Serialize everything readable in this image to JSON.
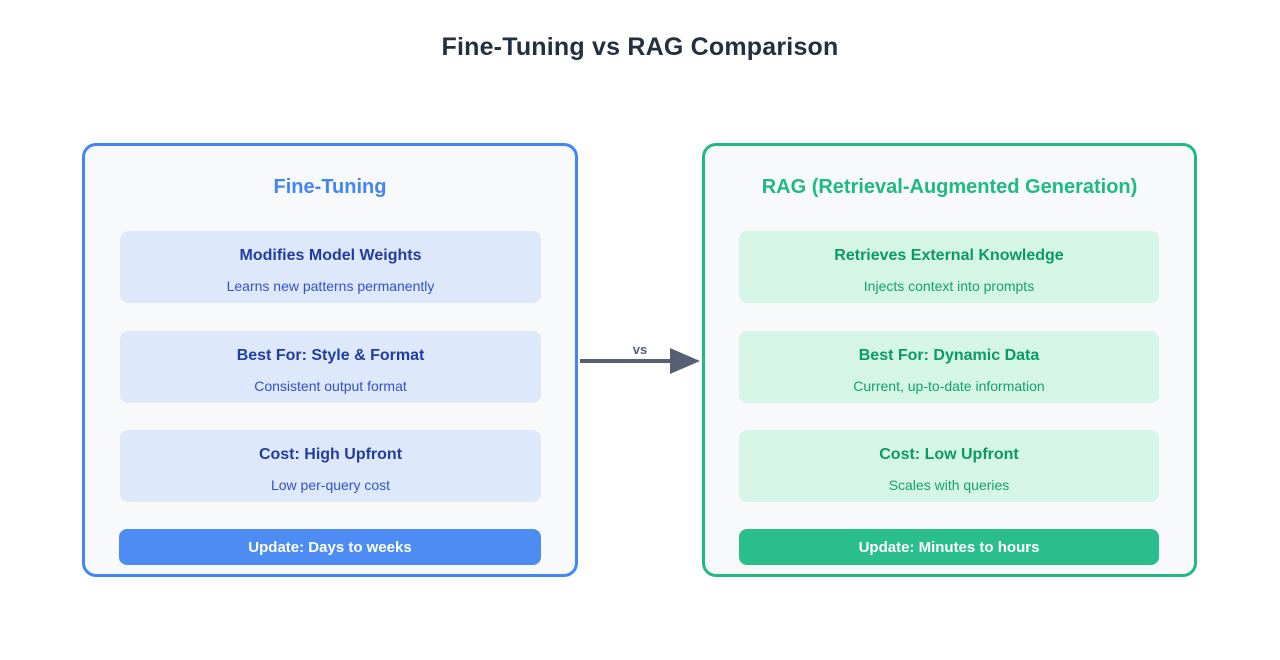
{
  "title": "Fine-Tuning vs RAG Comparison",
  "connector": {
    "label": "vs"
  },
  "colors": {
    "title_text": "#22303f",
    "panel_bg": "#f8f9fb",
    "arrow": "#556070",
    "ft_accent": "#4285f4",
    "ft_card_bg": "#dde9fb",
    "ft_card_title": "#213da1",
    "ft_card_text": "#3150c9",
    "ft_button_bg": "#4c8cf3",
    "rag_accent": "#1eba81",
    "rag_card_bg": "#d5f6e6",
    "rag_card_title": "#099b63",
    "rag_card_text": "#12a26b",
    "rag_button_bg": "#29be8b",
    "button_text": "#ffffff"
  },
  "panels": [
    {
      "title": "Fine-Tuning",
      "cards": [
        {
          "heading": "Modifies Model Weights",
          "detail": "Learns new patterns permanently"
        },
        {
          "heading": "Best For: Style & Format",
          "detail": "Consistent output format"
        },
        {
          "heading": "Cost: High Upfront",
          "detail": "Low per-query cost"
        }
      ],
      "footer": "Update: Days to weeks"
    },
    {
      "title": "RAG (Retrieval-Augmented Generation)",
      "cards": [
        {
          "heading": "Retrieves External Knowledge",
          "detail": "Injects context into prompts"
        },
        {
          "heading": "Best For: Dynamic Data",
          "detail": "Current, up-to-date information"
        },
        {
          "heading": "Cost: Low Upfront",
          "detail": "Scales with queries"
        }
      ],
      "footer": "Update: Minutes to hours"
    }
  ]
}
